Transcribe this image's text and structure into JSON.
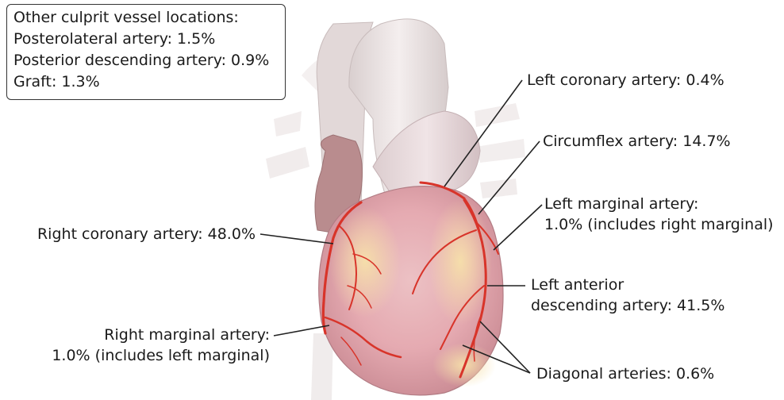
{
  "legend": {
    "title": "Other culprit vessel locations:",
    "items": [
      "Posterolateral artery: 1.5%",
      "Posterior descending artery: 0.9%",
      "Graft: 1.3%"
    ]
  },
  "labels": {
    "left_coronary": "Left coronary artery: 0.4%",
    "circumflex": "Circumflex artery: 14.7%",
    "left_marginal_1": "Left marginal artery:",
    "left_marginal_2": "1.0% (includes right marginal)",
    "right_coronary": "Right coronary artery: 48.0%",
    "lad_1": "Left anterior",
    "lad_2": "descending artery: 41.5%",
    "right_marginal_1": "Right marginal artery:",
    "right_marginal_2": "1.0% (includes left marginal)",
    "diagonal": "Diagonal arteries: 0.6%"
  },
  "colors": {
    "vessel_red": "#d8342a",
    "heart_pink": "#e9b3b8",
    "heart_yellow": "#f3d9a8",
    "vein_gray": "#e4dcdc",
    "leader": "#222222"
  }
}
